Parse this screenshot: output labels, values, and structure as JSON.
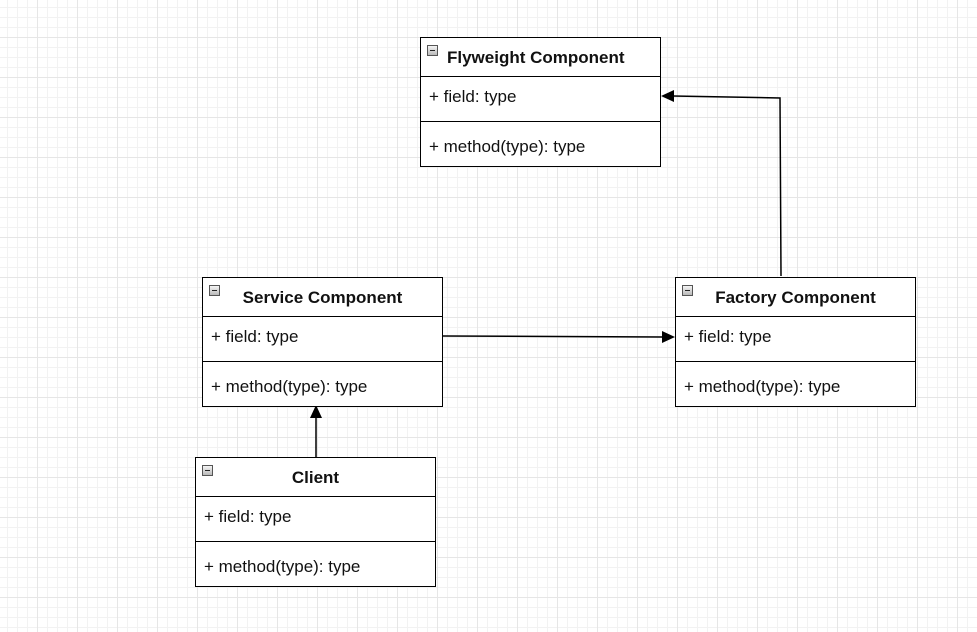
{
  "classes": {
    "flyweight": {
      "name": "Flyweight Component",
      "field": "+ field: type",
      "method": "+ method(type): type"
    },
    "service": {
      "name": "Service Component",
      "field": "+ field: type",
      "method": "+ method(type): type"
    },
    "factory": {
      "name": "Factory Component",
      "field": "+ field: type",
      "method": "+ method(type): type"
    },
    "client": {
      "name": "Client",
      "field": "+ field: type",
      "method": "+ method(type): type"
    }
  },
  "connectors": [
    {
      "from": "Factory Component",
      "to": "Flyweight Component",
      "arrow": "filled"
    },
    {
      "from": "Service Component",
      "to": "Factory Component",
      "arrow": "filled"
    },
    {
      "from": "Client",
      "to": "Service Component",
      "arrow": "filled"
    }
  ]
}
